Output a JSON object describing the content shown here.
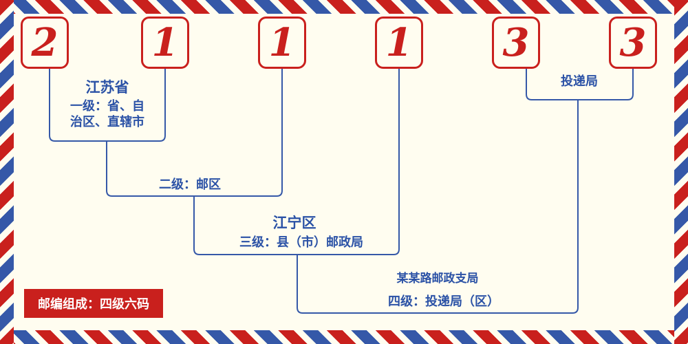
{
  "colors": {
    "red": "#c9201d",
    "blue_line": "#3558a8",
    "blue_text": "#2b52a6",
    "bg": "#fffdf0"
  },
  "digits": [
    "2",
    "1",
    "1",
    "1",
    "3",
    "3"
  ],
  "labels": {
    "province_name": "江苏省",
    "province_level_lines": [
      "一级：省、自",
      "治区、直辖市"
    ],
    "district_level": "二级：邮区",
    "county_name": "江宁区",
    "county_level": "三级：县（市）邮政局",
    "branch_name": "某某路邮政支局",
    "delivery_level": "四级：投递局（区）",
    "delivery_name": "投递局",
    "badge": "邮编组成：四级六码"
  }
}
